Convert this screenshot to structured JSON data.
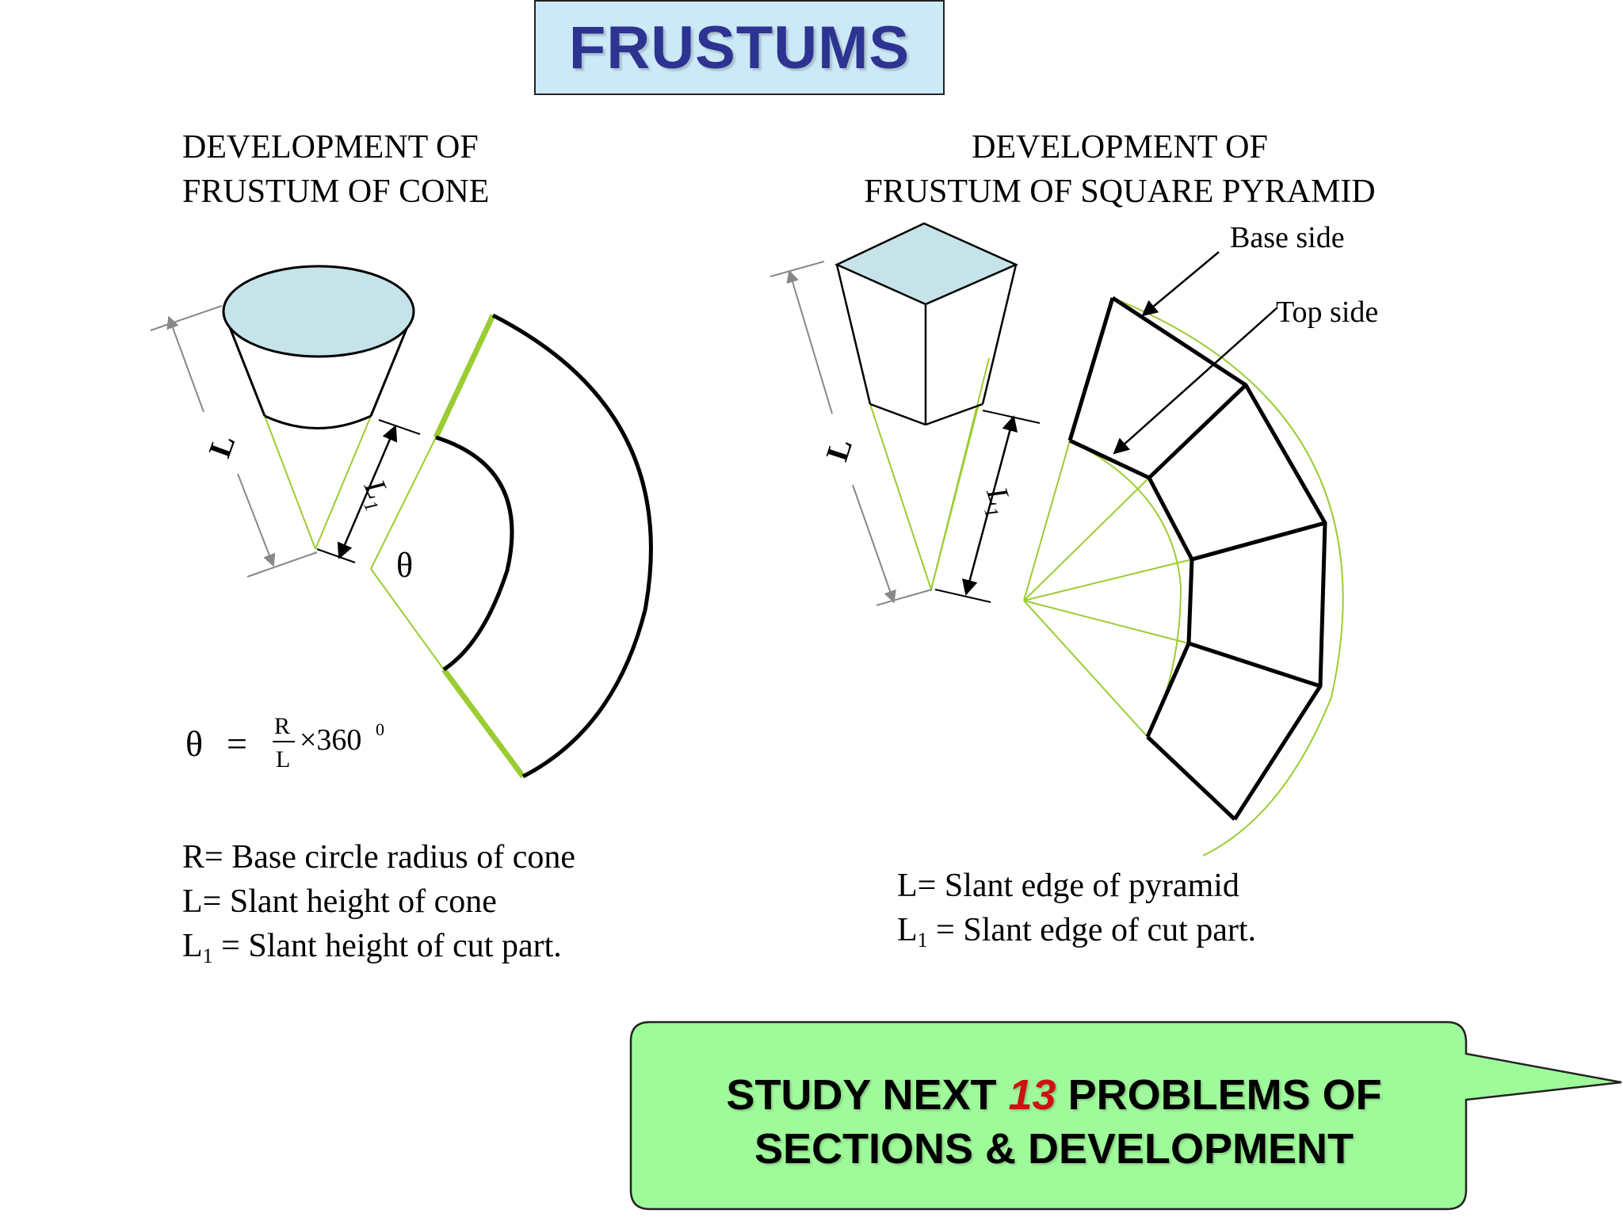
{
  "title": "FRUSTUMS",
  "cone": {
    "heading_line1": "DEVELOPMENT OF",
    "heading_line2": "FRUSTUM OF CONE",
    "label_L": "L",
    "label_L1_base": "L",
    "label_L1_sub": "1",
    "label_theta": "θ",
    "formula_theta": "θ",
    "formula_equals": "=",
    "formula_num": "R",
    "formula_den": "L",
    "formula_times": "×360",
    "formula_sup": "0",
    "legend": [
      {
        "symbol": "R",
        "sub": "",
        "text": "= Base circle radius of cone"
      },
      {
        "symbol": "L",
        "sub": "",
        "text": "= Slant height of cone"
      },
      {
        "symbol": "L",
        "sub": "1",
        "text": " = Slant height of cut part."
      }
    ]
  },
  "pyramid": {
    "heading_line1": "DEVELOPMENT OF",
    "heading_line2": "FRUSTUM OF SQUARE PYRAMID",
    "label_base_side": "Base side",
    "label_top_side": "Top side",
    "label_L": "L",
    "label_L1_base": "L",
    "label_L1_sub": "1",
    "legend": [
      {
        "symbol": "L",
        "sub": "",
        "text": "= Slant edge of pyramid"
      },
      {
        "symbol": "L",
        "sub": "1",
        "text": " = Slant edge of cut part."
      }
    ]
  },
  "callout": {
    "line1_before": "STUDY NEXT ",
    "line1_number": "13",
    "line1_after": " PROBLEMS OF",
    "line2": "SECTIONS & DEVELOPMENT"
  },
  "colors": {
    "title_bg": "#cce9f7",
    "title_text": "#2c3391",
    "face_fill": "#c5e3e8",
    "construction_green": "#9acd32",
    "callout_bg": "#9ffa9a",
    "callout_number": "#cc1111"
  }
}
